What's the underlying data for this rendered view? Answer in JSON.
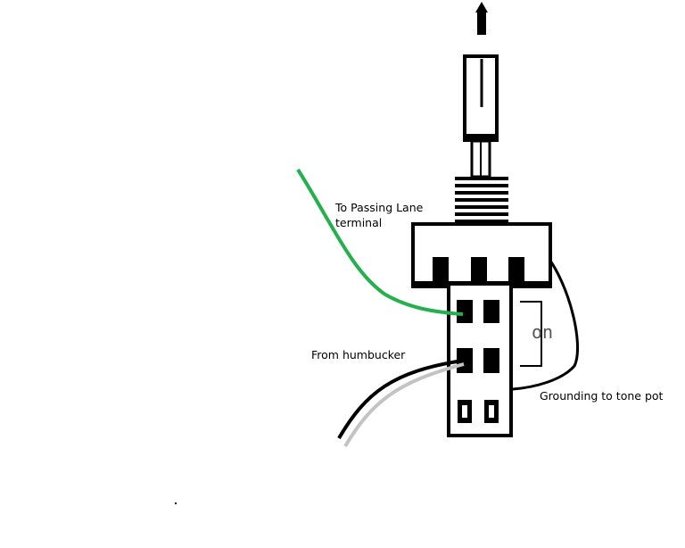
{
  "labels": {
    "passing_lane_line1": "To Passing Lane",
    "passing_lane_line2": "terminal",
    "from_humbucker": "From humbucker",
    "grounding": "Grounding to tone pot",
    "switch_state": "on"
  },
  "colors": {
    "green_wire": "#22b14c",
    "black_wire": "#000000",
    "white_wire": "#c3c3c3",
    "outline": "#000000",
    "on_text": "#555555"
  }
}
